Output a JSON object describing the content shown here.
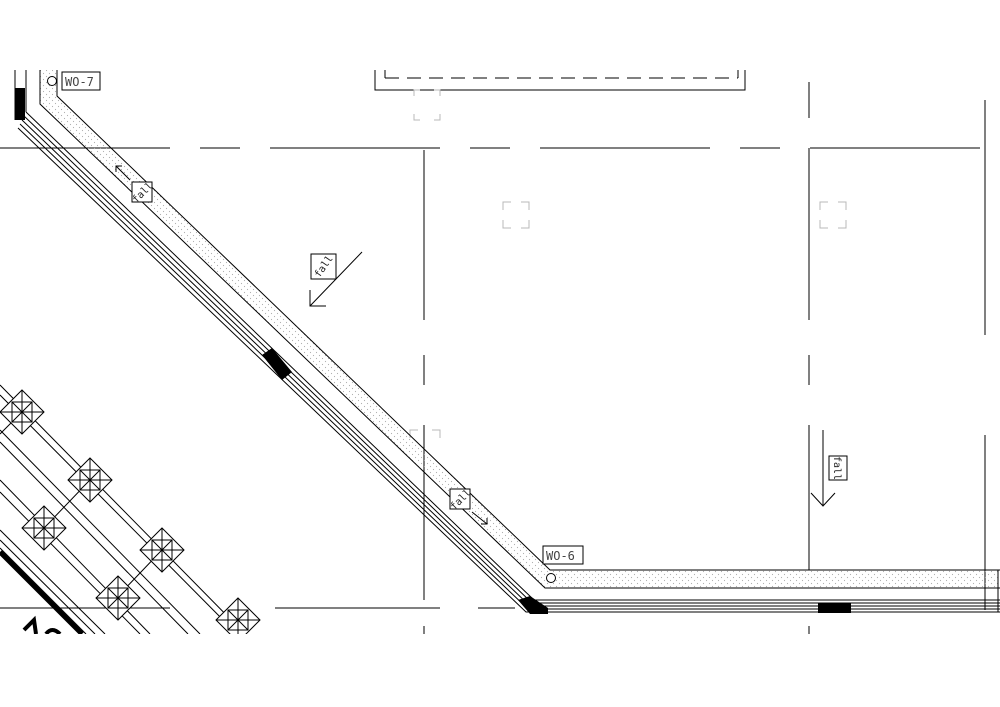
{
  "drawing": {
    "colors": {
      "line": "#000000",
      "hatch_dot": "#b0b0b0",
      "faint": "#b8b8b8",
      "background": "#ffffff"
    },
    "tags": {
      "wo7": "WO-7",
      "wo6": "WO-6"
    },
    "slope_label": "fall",
    "slope_label_short": "fall",
    "slope_label_down": "fall"
  }
}
